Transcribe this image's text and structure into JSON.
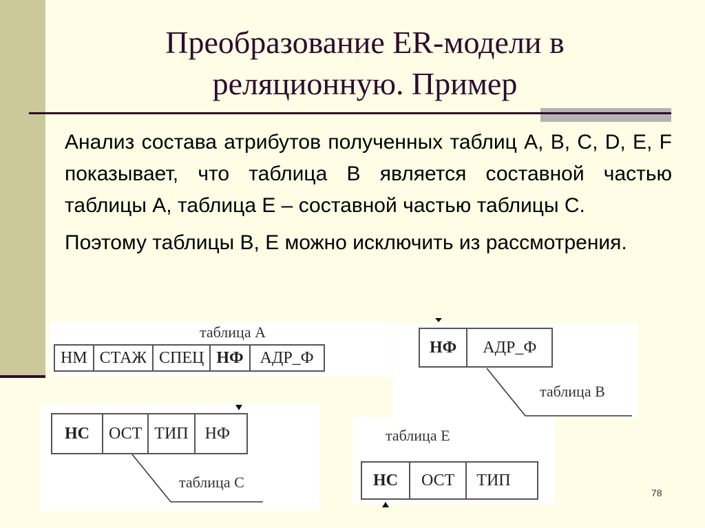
{
  "slide": {
    "title_line1": "Преобразование ER-модели в",
    "title_line2": "реляционную. Пример",
    "paragraphs": [
      "Анализ состава атрибутов полученных таблиц A, B, C, D, E, F показывает, что таблица B является составной частью таблицы A, таблица E – составной частью таблицы С.",
      "Поэтому таблицы B, E можно исключить из рассмотрения."
    ],
    "page_number": "78",
    "colors": {
      "background": "#fffde6",
      "left_bar": "#cbc99a",
      "title": "#2e0b2e",
      "rule_gray": "#b3b3b3"
    }
  },
  "figures": {
    "table_a": {
      "caption": "таблица А",
      "columns": [
        {
          "label": "НМ",
          "key": false
        },
        {
          "label": "СТАЖ",
          "key": false
        },
        {
          "label": "СПЕЦ",
          "key": false
        },
        {
          "label": "НФ",
          "key": true
        },
        {
          "label": "АДР_Ф",
          "key": false
        }
      ]
    },
    "table_b": {
      "caption": "таблица B",
      "columns": [
        {
          "label": "НФ",
          "key": true
        },
        {
          "label": "АДР_Ф",
          "key": false
        }
      ]
    },
    "table_c": {
      "caption": "таблица С",
      "columns": [
        {
          "label": "НС",
          "key": true
        },
        {
          "label": "ОСТ",
          "key": false
        },
        {
          "label": "ТИП",
          "key": false
        },
        {
          "label": "НФ",
          "key": false
        }
      ]
    },
    "table_e": {
      "caption": "таблица Е",
      "columns": [
        {
          "label": "НС",
          "key": true
        },
        {
          "label": "ОСТ",
          "key": false
        },
        {
          "label": "ТИП",
          "key": false
        }
      ]
    }
  }
}
